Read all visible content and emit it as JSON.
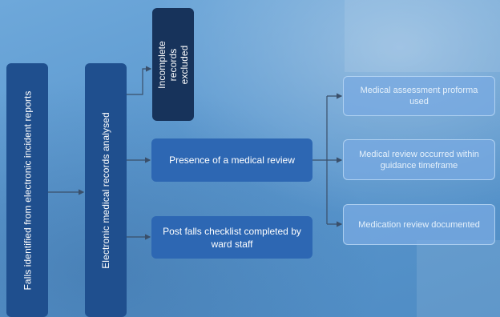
{
  "nodes": {
    "falls_identified": "Falls identified from electronic incident reports",
    "emr_analysed": "Electronic medical records analysed",
    "incomplete_excluded": "Incomplete records excluded",
    "medical_review_presence": "Presence of a medical review",
    "post_falls_checklist": "Post falls checklist completed by ward staff",
    "assessment_proforma": "Medical assessment proforma used",
    "review_timeframe": "Medical review occurred within guidance timeframe",
    "medication_review": "Medication review documented"
  }
}
